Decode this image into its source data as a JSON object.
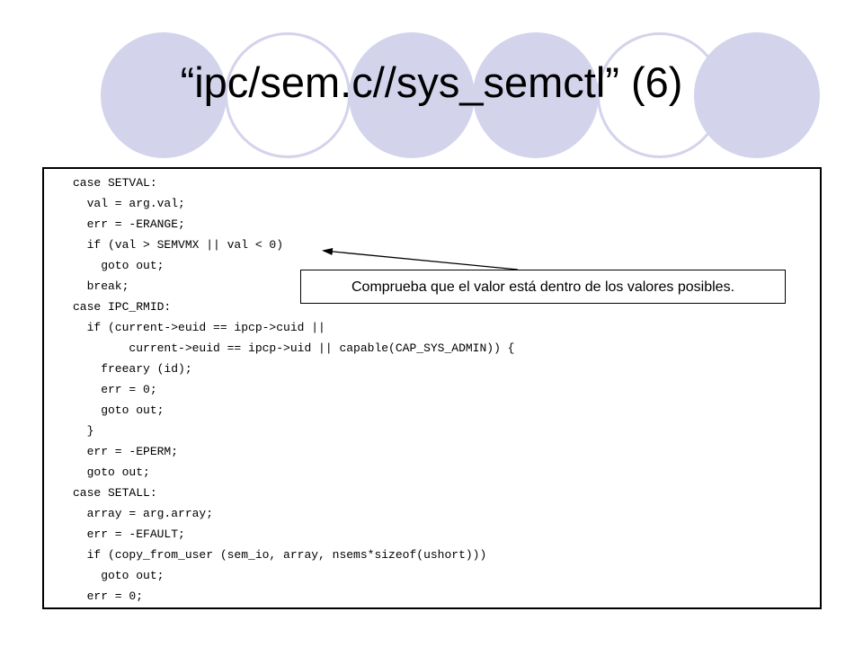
{
  "slide": {
    "title": "“ipc/sem.c//sys_semctl” (6)"
  },
  "code": {
    "lines": [
      "case SETVAL:",
      "  val = arg.val;",
      "  err = -ERANGE;",
      "  if (val > SEMVMX || val < 0)",
      "    goto out;",
      "  break;",
      "case IPC_RMID:",
      "  if (current->euid == ipcp->cuid ||",
      "        current->euid == ipcp->uid || capable(CAP_SYS_ADMIN)) {",
      "    freeary (id);",
      "    err = 0;",
      "    goto out;",
      "  }",
      "  err = -EPERM;",
      "  goto out;",
      "case SETALL:",
      "  array = arg.array;",
      "  err = -EFAULT;",
      "  if (copy_from_user (sem_io, array, nsems*sizeof(ushort)))",
      "    goto out;",
      "  err = 0;"
    ]
  },
  "callout": {
    "text": "Comprueba que el valor está dentro de los valores posibles."
  },
  "colors": {
    "circle": "#d3d3ec",
    "text": "#000000"
  }
}
